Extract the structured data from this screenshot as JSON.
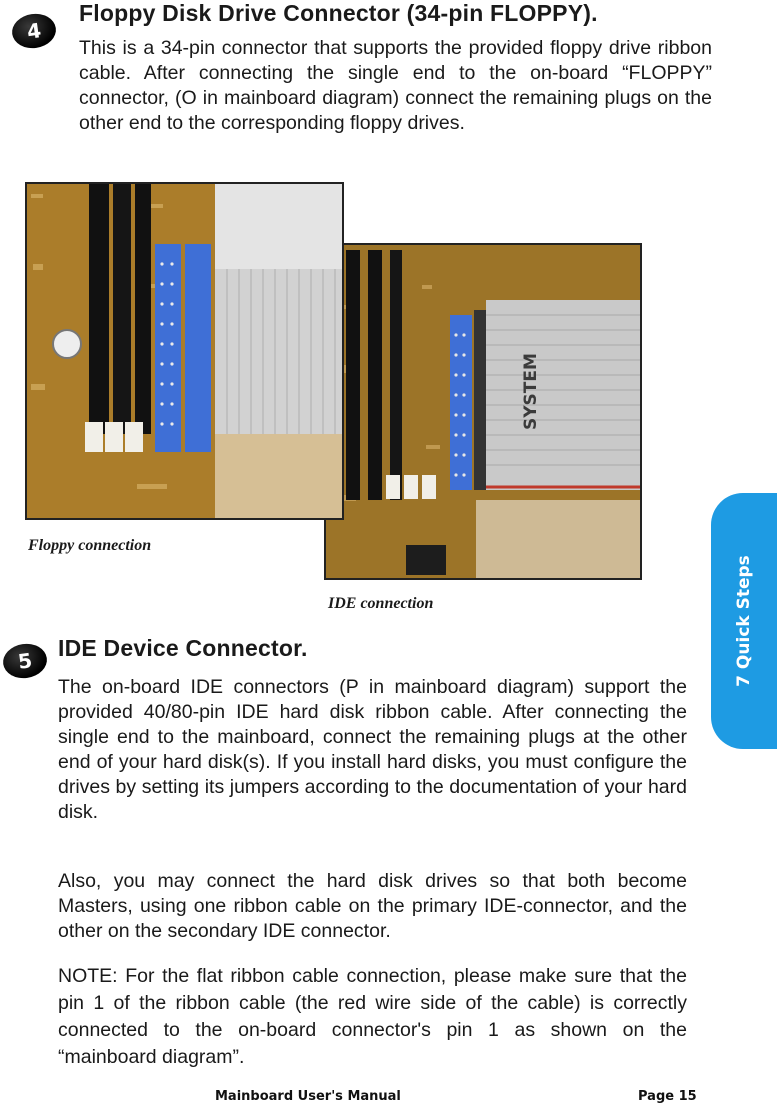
{
  "section4": {
    "number": "4",
    "title": "Floppy Disk Drive Connector (34-pin FLOPPY).",
    "body": "This is a 34-pin connector that supports the provided floppy drive ribbon cable.  After connecting the single end to the on-board “FLOPPY” connector, (O in mainboard diagram) connect the remaining plugs on the other end to the corresponding floppy drives."
  },
  "photos": {
    "floppy_caption": "Floppy connection",
    "ide_caption": "IDE connection",
    "ide_cable_print": "SYSTEM"
  },
  "section5": {
    "number": "5",
    "title": "IDE Device Connector.",
    "para1": "The on-board IDE connectors (P in mainboard diagram) support the provided 40/80-pin IDE hard disk ribbon cable. After connecting the single end to the mainboard, connect the remaining plugs at the other end of your hard disk(s). If you install hard disks, you must configure the drives by setting its jumpers according to the documentation of your hard disk.",
    "para2": "Also, you may connect the hard disk drives so that both become Masters, using one ribbon cable on the primary IDE-connector, and the other on the secondary IDE connector.",
    "note": "NOTE:  For the flat ribbon cable connection, please make sure that the pin 1 of the ribbon cable (the red wire side of the cable) is correctly connected to the on-board connector's pin 1 as shown on the “mainboard diagram”."
  },
  "side_tab": "7 Quick Steps",
  "footer": {
    "manual": "Mainboard User's Manual",
    "page": "Page 15"
  },
  "colors": {
    "accent": "#1e9be3",
    "board": "#b8892e",
    "connector": "#3f6fd6"
  }
}
